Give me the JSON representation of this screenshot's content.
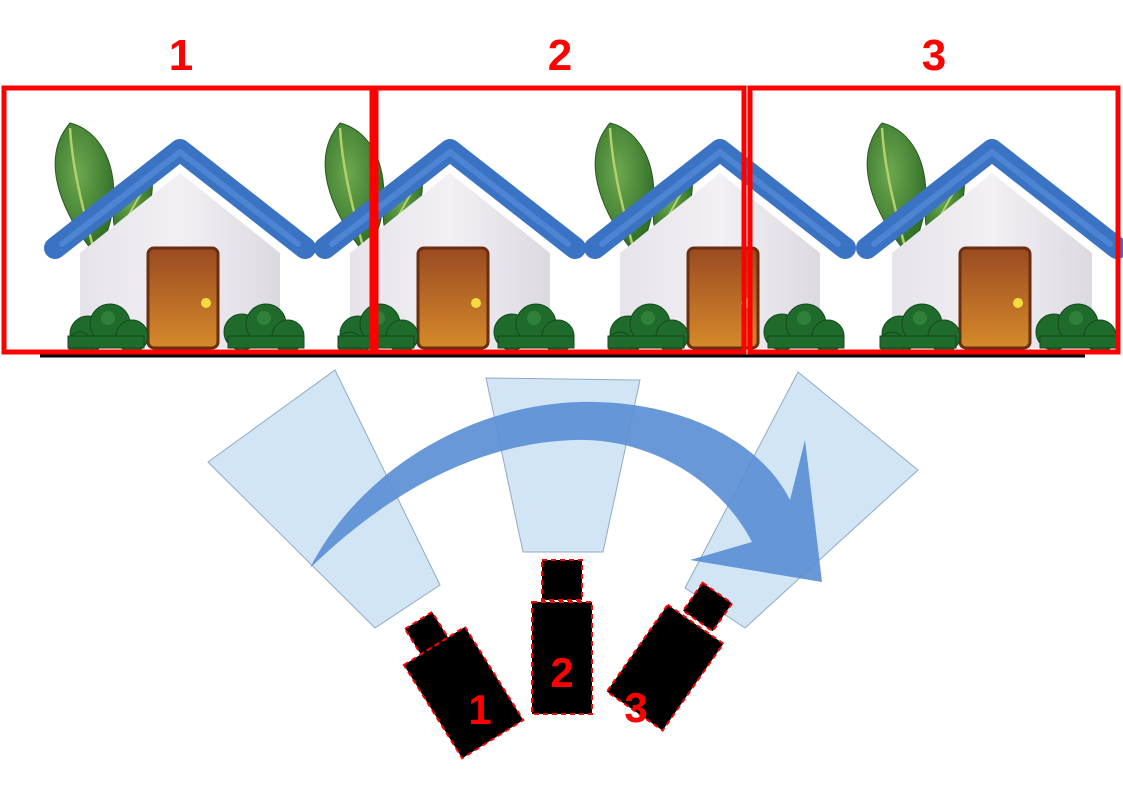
{
  "colors": {
    "frame_red": "#ff0000",
    "roof_blue": "#3e7ac8",
    "wall": "#eceaee",
    "door": "#a95320",
    "door_knob": "#f2d83a",
    "bush": "#1f6b2c",
    "leaf": "#3c7a2c",
    "fov_fill": "#cfe4f5",
    "arrow_blue": "#5b8fd4",
    "camera_black": "#000000"
  },
  "icons": {
    "house": "house-icon",
    "camera": "camera-icon",
    "sweep_arrow": "curved-arrow-icon"
  },
  "frames": [
    {
      "number": "1"
    },
    {
      "number": "2"
    },
    {
      "number": "3"
    }
  ],
  "cameras": [
    {
      "number": "1"
    },
    {
      "number": "2"
    },
    {
      "number": "3"
    }
  ]
}
